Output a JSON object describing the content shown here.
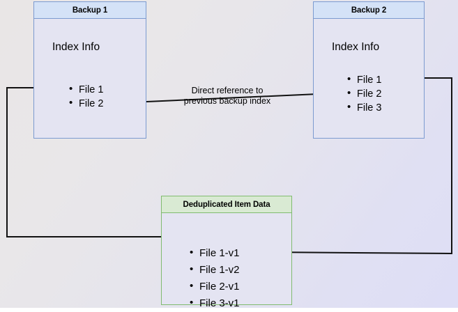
{
  "diagram": {
    "title_semantic": "backup-deduplication-diagram",
    "background": {
      "gradient_start": "#e9e6e6",
      "gradient_end": "#dedef6"
    },
    "colors": {
      "blue_border": "#7b9ad0",
      "blue_header_fill": "#d4e2f7",
      "green_border": "#80bb6f",
      "green_header_fill": "#d9ead3",
      "body_fill": "#e4e4f2",
      "arrow": "#000000"
    },
    "backup1": {
      "header": "Backup 1",
      "section_label": "Index Info",
      "files": [
        "File 1",
        "File 2"
      ]
    },
    "backup2": {
      "header": "Backup 2",
      "section_label": "Index Info",
      "files": [
        "File 1",
        "File 2",
        "File 3"
      ]
    },
    "dedup": {
      "header": "Deduplicated Item Data",
      "items": [
        "File 1-v1",
        "File 1-v2",
        "File 2-v1",
        "File 3-v1"
      ]
    },
    "annotations": {
      "direct_reference_line1": "Direct reference to",
      "direct_reference_line2": "previous backup index"
    }
  }
}
